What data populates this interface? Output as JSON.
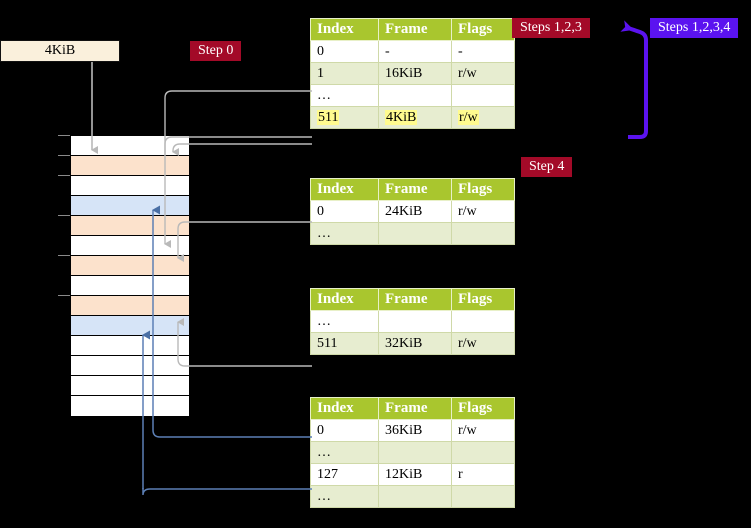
{
  "memory_bar": {
    "label": "4KiB"
  },
  "badges": {
    "step0": "Step 0",
    "steps123": "Steps 1,2,3",
    "steps1234": "Steps 1,2,3,4",
    "step4": "Step 4"
  },
  "colors": {
    "badge_red": "#A30A28",
    "badge_blue": "#5B13F0",
    "table_header_green": "#A9C62E",
    "table_alt_row": "#E7EDD0",
    "highlight_yellow": "#FFFB8F",
    "mem_orange": "#FCE2CC",
    "mem_blue": "#D6E4F7",
    "mem_bar_cream": "#FAF0DC",
    "wire_gray": "#B9B9B9",
    "wire_blue": "#5C7FB5"
  },
  "columns": [
    "Index",
    "Frame",
    "Flags"
  ],
  "tables": [
    {
      "name": "pml4-table",
      "rows": [
        {
          "index": "0",
          "frame": "-",
          "flags": "-",
          "style": "plain",
          "highlight": false
        },
        {
          "index": "1",
          "frame": "16KiB",
          "flags": "r/w",
          "style": "alt",
          "highlight": false
        },
        {
          "index": "…",
          "frame": "",
          "flags": "",
          "style": "plain",
          "highlight": false
        },
        {
          "index": "511",
          "frame": "4KiB",
          "flags": "r/w",
          "style": "alt",
          "highlight": true
        }
      ]
    },
    {
      "name": "pdpt-table",
      "rows": [
        {
          "index": "0",
          "frame": "24KiB",
          "flags": "r/w",
          "style": "plain",
          "highlight": false
        },
        {
          "index": "…",
          "frame": "",
          "flags": "",
          "style": "alt",
          "highlight": false
        }
      ]
    },
    {
      "name": "pd-table",
      "rows": [
        {
          "index": "…",
          "frame": "",
          "flags": "",
          "style": "plain",
          "highlight": false
        },
        {
          "index": "511",
          "frame": "32KiB",
          "flags": "r/w",
          "style": "alt",
          "highlight": false
        }
      ]
    },
    {
      "name": "pt-table",
      "rows": [
        {
          "index": "0",
          "frame": "36KiB",
          "flags": "r/w",
          "style": "plain",
          "highlight": false
        },
        {
          "index": "…",
          "frame": "",
          "flags": "",
          "style": "alt",
          "highlight": false
        },
        {
          "index": "127",
          "frame": "12KiB",
          "flags": "r",
          "style": "plain",
          "highlight": false
        },
        {
          "index": "…",
          "frame": "",
          "flags": "",
          "style": "alt",
          "highlight": false
        }
      ]
    }
  ],
  "memory_column": {
    "rows": [
      {
        "fill": "white"
      },
      {
        "fill": "orange"
      },
      {
        "fill": "white"
      },
      {
        "fill": "blue"
      },
      {
        "fill": "orange"
      },
      {
        "fill": "white"
      },
      {
        "fill": "orange"
      },
      {
        "fill": "white"
      },
      {
        "fill": "orange"
      },
      {
        "fill": "blue"
      },
      {
        "fill": "white"
      },
      {
        "fill": "white"
      },
      {
        "fill": "white"
      },
      {
        "fill": "white"
      }
    ]
  }
}
